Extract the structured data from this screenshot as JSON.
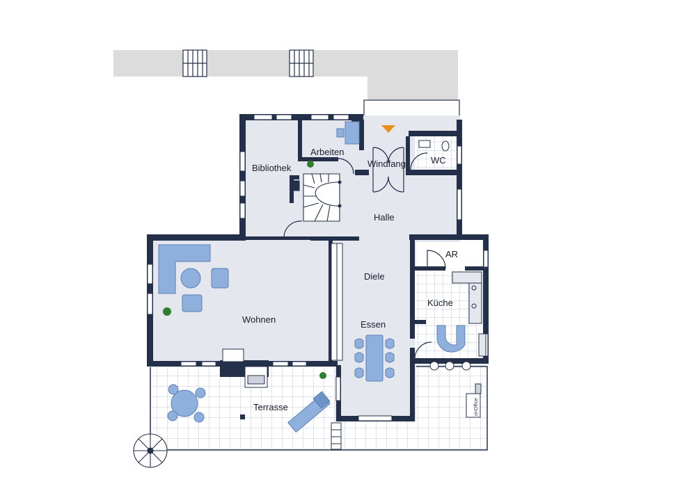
{
  "rooms": {
    "bibliothek": "Bibliothek",
    "arbeiten": "Arbeiten",
    "windfang": "Windfang",
    "wc": "WC",
    "halle": "Halle",
    "ar": "AR",
    "diele": "Diele",
    "kueche": "Küche",
    "wohnen": "Wohnen",
    "essen": "Essen",
    "terrasse": "Terrasse"
  },
  "brand": "onOffice",
  "colors": {
    "floor": "#e4e7ee",
    "wall": "#243049",
    "furniture": "#8fb0dd",
    "furniture_stroke": "#5d7fb3",
    "outdoor": "#dcdcdc",
    "entrance_marker": "#e8901e",
    "plant": "#2f7d2f"
  }
}
